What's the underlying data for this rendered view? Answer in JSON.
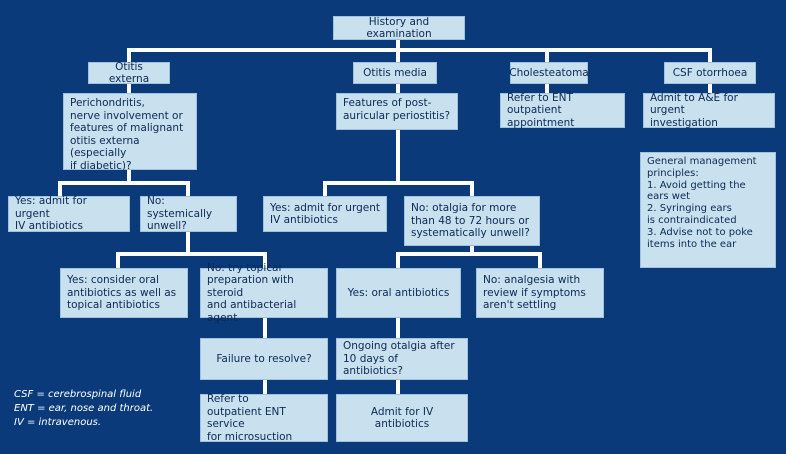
{
  "nodes": {
    "history": "History and examination",
    "otitis_externa": "Otitis externa",
    "otitis_media": "Otitis media",
    "cholesteatoma": "Cholesteatoma",
    "csf_otorrhoea": "CSF otorrhoea",
    "perichondritis": "Perichondritis,\nnerve involvement or\nfeatures of malignant\notitis externa (especially\nif diabetic)?",
    "post_auricular": "Features of post-\nauricular periostitis?",
    "refer_ent_outpatient": "Refer to ENT outpatient\nappointment",
    "admit_ae": "Admit to A&E for urgent\ninvestigation",
    "general_management": "General management\nprinciples:\n1. Avoid getting the\n    ears wet\n2. Syringing ears\n    is contraindicated\n3. Advise not to poke\n    items into the ear",
    "oe_yes_admit": "Yes: admit for urgent\nIV antibiotics",
    "oe_no_unwell": "No: systemically\nunwell?",
    "om_yes_admit": "Yes: admit for urgent\nIV antibiotics",
    "om_no_otalgia": "No: otalgia for more\nthan 48 to 72 hours or\nsystematically unwell?",
    "yes_oral_topical": "Yes: consider oral\nantibiotics as well as\ntopical antibiotics",
    "no_topical_steroid": "No: try topical\npreparation with steroid\nand antibacterial agent",
    "yes_oral": "Yes: oral antibiotics",
    "no_analgesia": "No: analgesia with\nreview if symptoms\naren't settling",
    "failure_resolve": "Failure to resolve?",
    "ongoing_otalgia": "Ongoing otalgia after\n10 days of antibiotics?",
    "refer_microsuction": "Refer to\noutpatient ENT service\nfor microsuction",
    "admit_iv": "Admit for IV antibiotics"
  },
  "legend": "CSF = cerebrospinal fluid\nENT = ear, nose and throat.\nIV = intravenous.",
  "colors": {
    "background": "#0b3a7a",
    "box": "#c9e0ee",
    "text": "#0b2a55",
    "line": "#ffffff"
  }
}
